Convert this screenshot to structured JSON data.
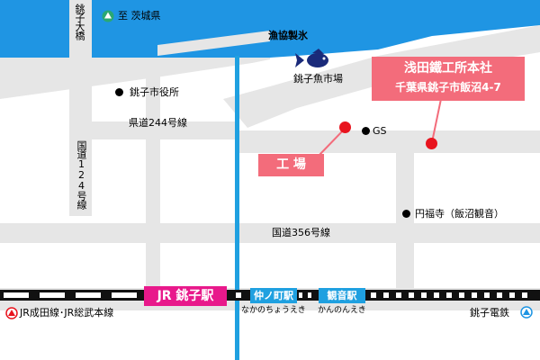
{
  "colors": {
    "sea": "#1f95e3",
    "road": "#e6e6e6",
    "river": "#1fa0e0",
    "accent_pink": "#f36c7b",
    "jr_magenta": "#e8198b",
    "marker_red": "#e8141e",
    "compass_green": "#2aa872"
  },
  "icons": {
    "compass_north": "green-circle-up-arrow-icon",
    "fish": "fish-icon",
    "train_direction": "blue-circle-up-arrow-icon"
  },
  "labels": {
    "bridge": "銚子大橋",
    "to_ibaraki": "至 茨城県",
    "fishery_coop": "漁協製氷",
    "fish_market": "銚子魚市場",
    "city_hall": "銚子市役所",
    "pref_road": "県道244号線",
    "gs": "GS",
    "national_road_124": "国道124号線",
    "national_road_356": "国道356号線",
    "temple": "円福寺（飯沼観音）",
    "lines_left": "JR成田線･JR総武本線",
    "choshi_dentetsu": "銚子電鉄"
  },
  "headquarters": {
    "name": "浅田鐵工所本社",
    "address": "千葉県銚子市飯沼4-7"
  },
  "factory": {
    "label": "工 場"
  },
  "stations": {
    "jr_choshi": "JR 銚子駅",
    "nakanocho": "仲ノ町駅",
    "nakanocho_kana": "なかのちょうえき",
    "kannon": "観音駅",
    "kannon_kana": "かんのんえき"
  }
}
